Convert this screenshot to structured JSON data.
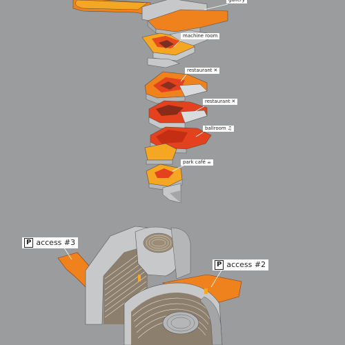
{
  "labels": {
    "gallery": "gallery",
    "machine_room": "machine room",
    "restaurant_1": "restaurant",
    "restaurant_2": "restaurant",
    "ballroom": "ballroom",
    "park_cafe": "park café"
  },
  "icons": {
    "restaurant": "cutlery-icon",
    "ballroom": "music-icon",
    "park_cafe": "coffee-cup-icon"
  },
  "access": {
    "a3_symbol": "P",
    "a3_text": "access #3",
    "a2_symbol": "P",
    "a2_text": "access #2"
  },
  "colors": {
    "background": "#9a9c9e",
    "concrete": "#c6c8ca",
    "orange": "#f0821e",
    "red": "#e4411e",
    "accent_yellow": "#f5a623"
  }
}
